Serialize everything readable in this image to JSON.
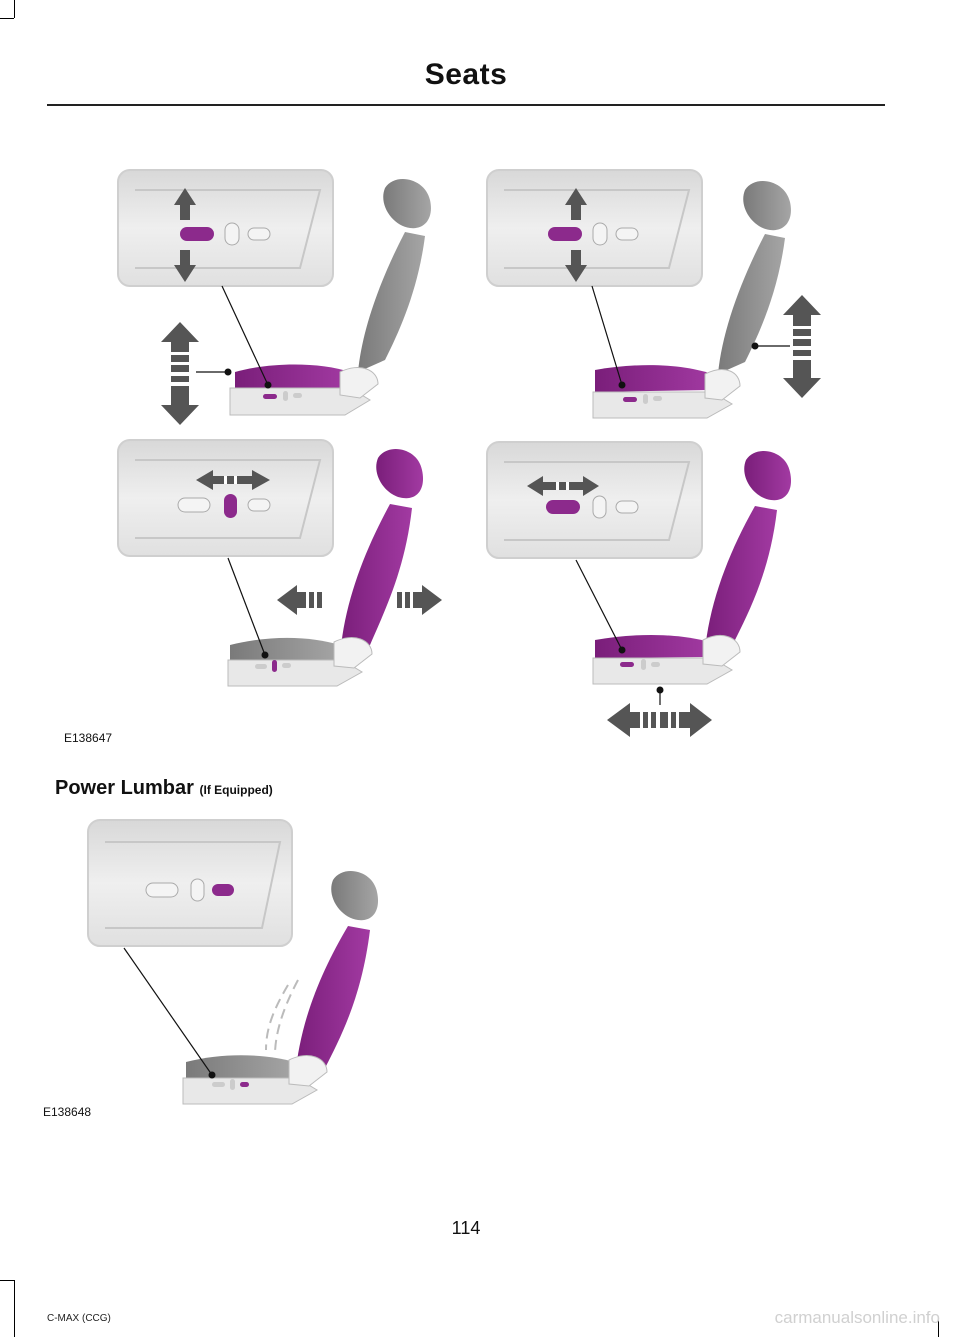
{
  "header": {
    "title": "Seats"
  },
  "figures": {
    "top": {
      "id": "E138647"
    },
    "lumbar": {
      "id": "E138648"
    }
  },
  "section": {
    "title": "Power Lumbar",
    "suffix": "(If Equipped)"
  },
  "footer": {
    "page_number": "114",
    "model": "C-MAX (CCG)",
    "watermark": "carmanualsonline.info"
  },
  "colors": {
    "accent": "#8c2a8c",
    "panel": "#e4e4e4",
    "seat_grey": "#8a8a8a",
    "arrow": "#555555"
  }
}
